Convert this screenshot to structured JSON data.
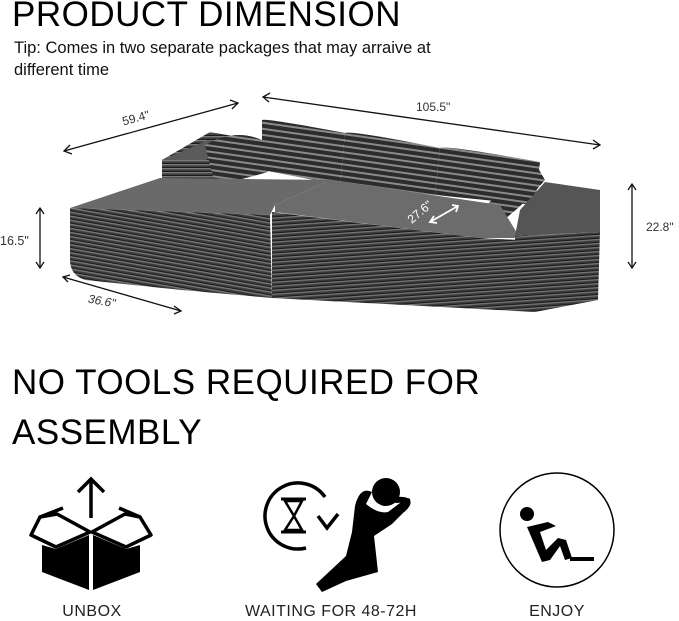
{
  "section1": {
    "title": "PRODUCT DIMENSION",
    "tip_line1": "Tip: Comes in two separate packages that may arraive at",
    "tip_line2": "different time"
  },
  "dimensions": {
    "chaise_depth": "59.4\"",
    "total_width": "105.5\"",
    "seat_height": "16.5\"",
    "chaise_width": "36.6\"",
    "seat_depth": "27.6\"",
    "back_height": "22.8\""
  },
  "section2": {
    "title_line1": "NO TOOLS REQUIRED FOR",
    "title_line2": "ASSEMBLY"
  },
  "steps": [
    {
      "icon": "open-box-icon",
      "label": "UNBOX"
    },
    {
      "icon": "waiting-relax-icon",
      "label": "WAITING FOR  48-72H"
    },
    {
      "icon": "sitting-person-icon",
      "label": "ENJOY"
    }
  ],
  "colors": {
    "sofa_dark": "#3a3a3a",
    "sofa_top": "#6e6e6e",
    "text": "#000000"
  }
}
